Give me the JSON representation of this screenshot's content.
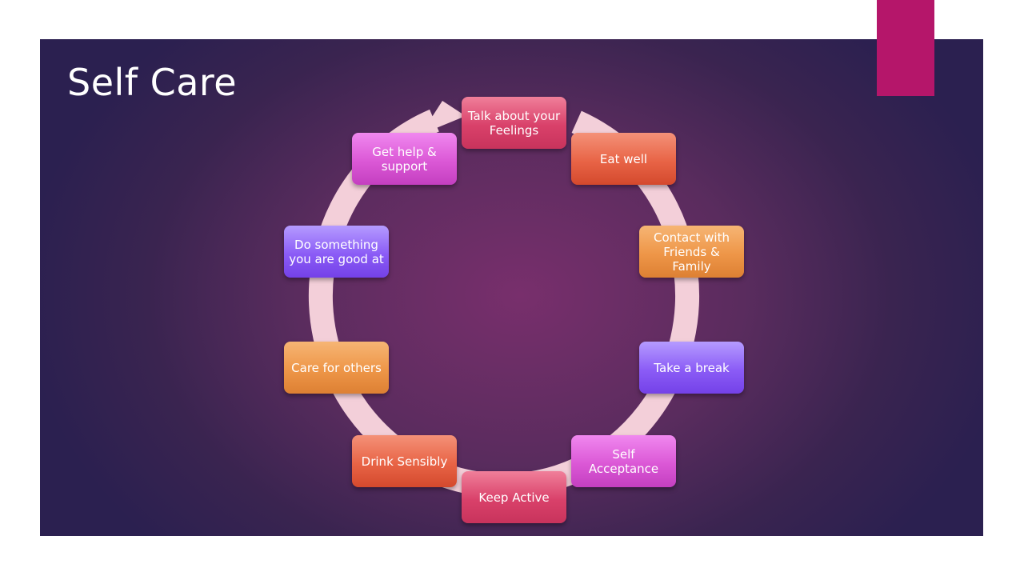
{
  "slide": {
    "title": "Self Care"
  },
  "cycle": {
    "steps": [
      {
        "label": "Talk about your Feelings",
        "color": "pink"
      },
      {
        "label": "Eat well",
        "color": "red"
      },
      {
        "label": "Contact with Friends & Family",
        "color": "orange"
      },
      {
        "label": "Take a break",
        "color": "violet"
      },
      {
        "label": "Self Acceptance",
        "color": "magenta"
      },
      {
        "label": "Keep Active",
        "color": "pink"
      },
      {
        "label": "Drink Sensibly",
        "color": "red"
      },
      {
        "label": "Care for others",
        "color": "orange"
      },
      {
        "label": "Do something you are good at",
        "color": "violet"
      },
      {
        "label": "Get help & support",
        "color": "magenta"
      }
    ]
  },
  "colors": {
    "accent": "#b5166a",
    "ring": "#f3cfd9",
    "pink": "#d9416a",
    "red": "#e86446",
    "orange": "#ee9648",
    "violet": "#8b5cf6",
    "magenta": "#db58d6"
  }
}
